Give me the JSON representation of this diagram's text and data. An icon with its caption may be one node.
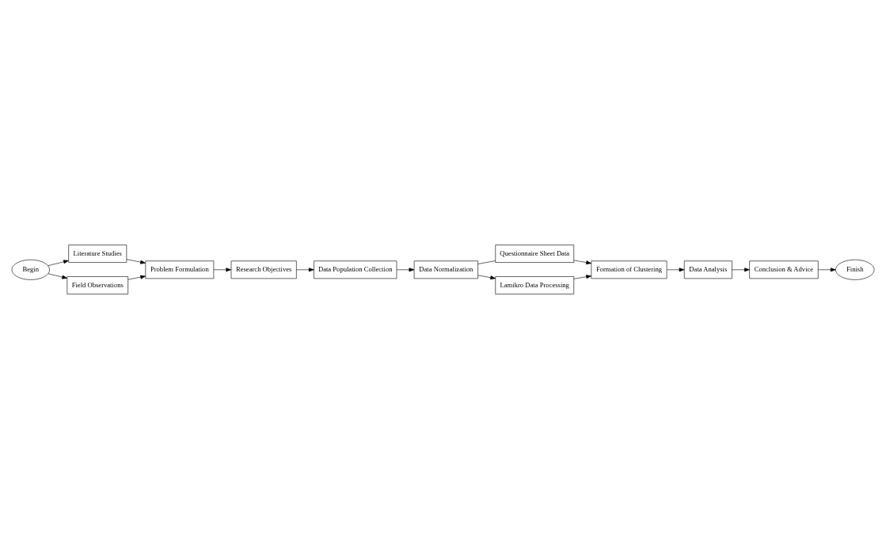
{
  "diagram": {
    "nodes": [
      {
        "text": [
          "Begin"
        ]
      },
      {
        "text": [
          "Literature Studies"
        ]
      },
      {
        "text": [
          "Field Observations"
        ]
      },
      {
        "text": [
          "Problem Formulation"
        ]
      },
      {
        "text": [
          "Research Objectives"
        ]
      },
      {
        "text": [
          "Data Population Collection"
        ]
      },
      {
        "text": [
          "Questionnaire Sheet Data"
        ]
      },
      {
        "text": [
          "Data Normalization"
        ]
      },
      {
        "text": [
          "Formation of Clustering"
        ]
      },
      {
        "text": [
          "Data Analysis"
        ]
      },
      {
        "text": [
          "Conclusion & Advice"
        ]
      },
      {
        "text": [
          "Lamikro Data Processing"
        ]
      },
      {
        "text": [
          "Finish"
        ]
      }
    ],
    "edges": [
      {
        "from": 0,
        "to": 1,
        "arrow": "to"
      },
      {
        "from": 0,
        "to": 2,
        "arrow": "to"
      },
      {
        "from": 1,
        "to": 3,
        "arrow": "to"
      },
      {
        "from": 2,
        "to": 3,
        "arrow": "to"
      },
      {
        "from": 3,
        "to": 4,
        "arrow": "to"
      },
      {
        "from": 4,
        "to": 5,
        "arrow": "to"
      },
      {
        "from": 5,
        "to": 7,
        "arrow": "to"
      },
      {
        "from": 7,
        "to": 6,
        "arrow": "none"
      },
      {
        "from": 7,
        "to": 11,
        "arrow": "to"
      },
      {
        "from": 6,
        "to": 8,
        "arrow": "to"
      },
      {
        "from": 11,
        "to": 8,
        "arrow": "to"
      },
      {
        "from": 8,
        "to": 9,
        "arrow": "to"
      },
      {
        "from": 9,
        "to": 10,
        "arrow": "to"
      },
      {
        "from": 10,
        "to": 12,
        "arrow": "to"
      }
    ]
  }
}
